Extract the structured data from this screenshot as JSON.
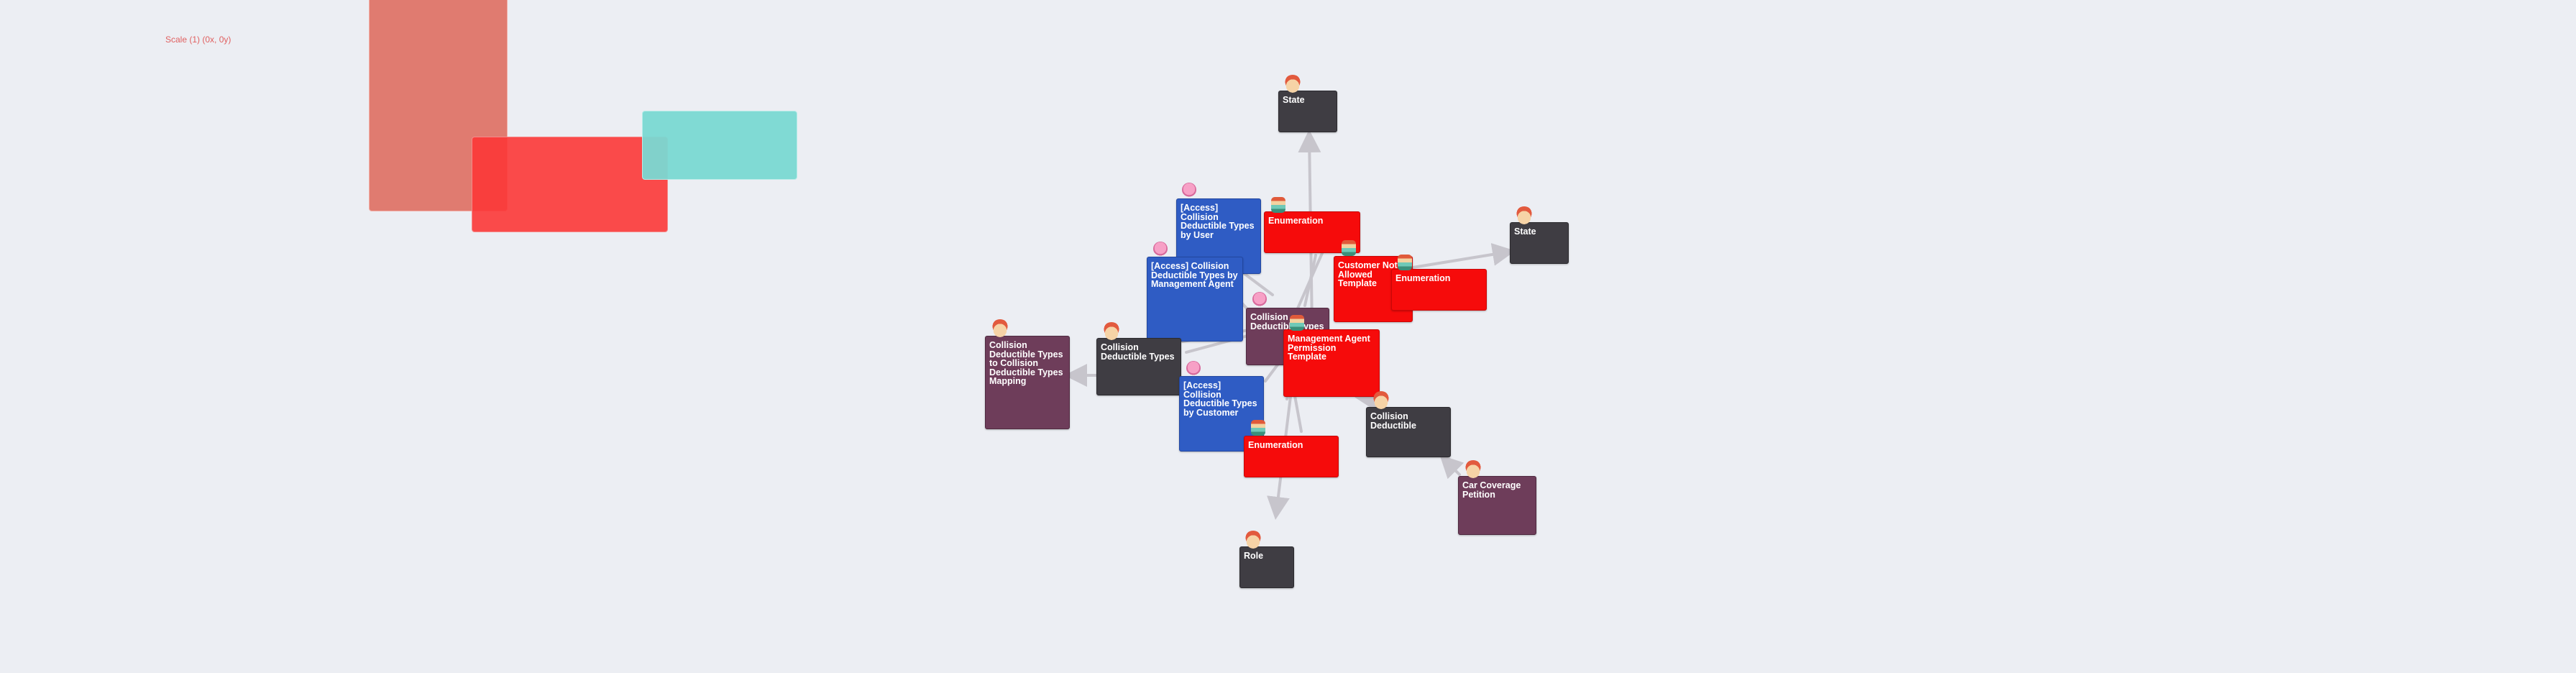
{
  "scale_label": "Scale (1) (0x, 0y)",
  "colors": {
    "background": "#eceef3",
    "entity": "#3f3d43",
    "mapping": "#6e3d5a",
    "access": "#2f5cc4",
    "template": "#f60b0b",
    "edge": "#c7c5cc",
    "panel_salmon": "#e07b70",
    "panel_red": "#fb4b4b",
    "panel_teal": "#7dd9d3"
  },
  "nodes": [
    {
      "id": "state_top",
      "label": "State",
      "kind": "dark",
      "icon": "face-icon"
    },
    {
      "id": "access_by_user",
      "label": "[Access] Collision Deductible Types by User",
      "kind": "blue",
      "icon": "pin-icon"
    },
    {
      "id": "enum_top",
      "label": "Enumeration",
      "kind": "red",
      "icon": "stack-icon"
    },
    {
      "id": "access_by_mgmt",
      "label": "[Access] Collision Deductible Types by Management Agent",
      "kind": "blue",
      "icon": "pin-icon"
    },
    {
      "id": "customer_not_allowed",
      "label": "Customer Not Allowed Template",
      "kind": "red",
      "icon": "stack-icon"
    },
    {
      "id": "enum_right",
      "label": "Enumeration",
      "kind": "red",
      "icon": "stack-icon"
    },
    {
      "id": "state_right",
      "label": "State",
      "kind": "dark",
      "icon": "face-icon"
    },
    {
      "id": "cdt_mid",
      "label": "Collision Deductible Types",
      "kind": "plum",
      "icon": "pin-icon"
    },
    {
      "id": "mgmt_perm",
      "label": "Management Agent Permission Template",
      "kind": "red",
      "icon": "stack-icon"
    },
    {
      "id": "cdt_mapping",
      "label": "Collision Deductible Types to Collision Deductible Types Mapping",
      "kind": "plum",
      "icon": "face-icon"
    },
    {
      "id": "cdt_main",
      "label": "Collision Deductible Types",
      "kind": "dark",
      "icon": "face-icon"
    },
    {
      "id": "access_by_customer",
      "label": "[Access] Collision Deductible Types by Customer",
      "kind": "blue",
      "icon": "pin-icon"
    },
    {
      "id": "enum_bottom",
      "label": "Enumeration",
      "kind": "red",
      "icon": "stack-icon"
    },
    {
      "id": "collision_deductible",
      "label": "Collision Deductible",
      "kind": "dark",
      "icon": "face-icon"
    },
    {
      "id": "car_coverage",
      "label": "Car Coverage Petition",
      "kind": "plum",
      "icon": "face-icon"
    },
    {
      "id": "role",
      "label": "Role",
      "kind": "dark",
      "icon": "face-icon"
    }
  ]
}
